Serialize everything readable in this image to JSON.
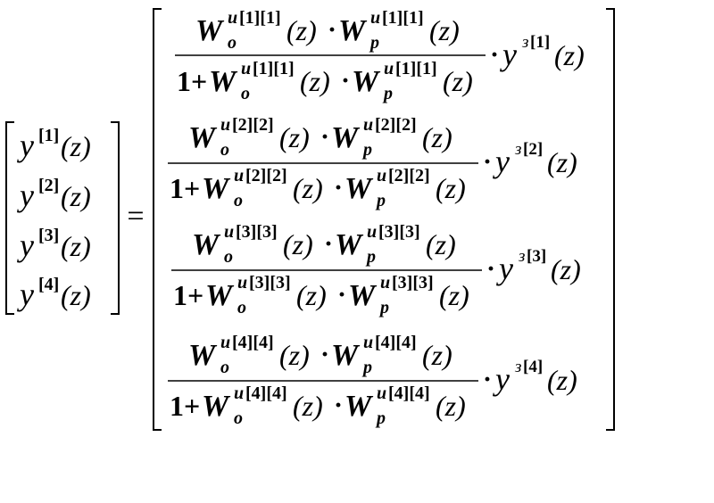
{
  "equation": {
    "brackets": "[ ]",
    "equals": "=",
    "operator_dot": "·",
    "one_plus": "1+",
    "paren_z": "(z)",
    "lhs": {
      "rows": [
        {
          "var": "y",
          "sup": "[1]"
        },
        {
          "var": "y",
          "sup": "[2]"
        },
        {
          "var": "y",
          "sup": "[3]"
        },
        {
          "var": "y",
          "sup": "[4]"
        }
      ]
    },
    "rhs": {
      "rows": [
        {
          "W": "W",
          "sub_o": "o",
          "sub_p": "p",
          "sup_u": "u",
          "index": "[1][1]",
          "y_sup_letter": "з",
          "y_sup_index": "[1]"
        },
        {
          "W": "W",
          "sub_o": "o",
          "sub_p": "p",
          "sup_u": "u",
          "index": "[2][2]",
          "y_sup_letter": "з",
          "y_sup_index": "[2]"
        },
        {
          "W": "W",
          "sub_o": "o",
          "sub_p": "p",
          "sup_u": "u",
          "index": "[3][3]",
          "y_sup_letter": "з",
          "y_sup_index": "[3]"
        },
        {
          "W": "W",
          "sub_o": "o",
          "sub_p": "p",
          "sup_u": "u",
          "index": "[4][4]",
          "y_sup_letter": "з",
          "y_sup_index": "[4]"
        }
      ]
    }
  }
}
